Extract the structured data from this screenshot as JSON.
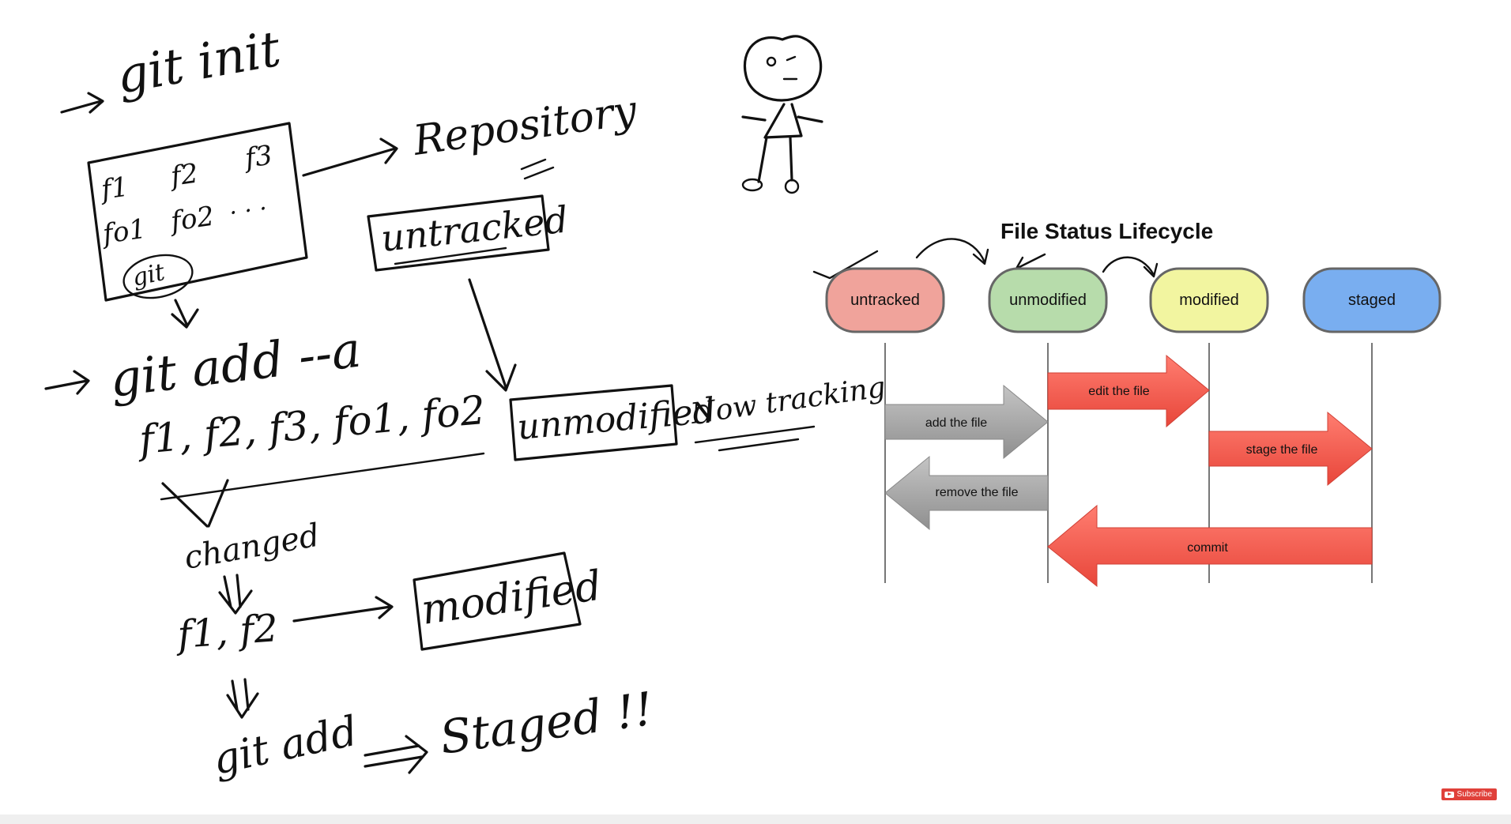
{
  "notes": {
    "git_init": "git init",
    "files_row1": [
      "f1",
      "f2",
      "f3"
    ],
    "files_row2": [
      "fo1",
      "fo2"
    ],
    "git_folder": "git",
    "repository": "Repository",
    "untracked": "untracked",
    "git_add_a": "git add --a",
    "file_list": "f1, f2, f3, fo1, fo2",
    "unmodified": "unmodified",
    "now_tracking": "Now tracking",
    "changed": "changed",
    "changed_files": "f1, f2",
    "modified": "modified",
    "git_add": "git add",
    "staged": "Staged !!"
  },
  "lifecycle": {
    "title": "File Status Lifecycle",
    "states": [
      {
        "label": "untracked",
        "color": "#f0a39b"
      },
      {
        "label": "unmodified",
        "color": "#b7dcab"
      },
      {
        "label": "modified",
        "color": "#f2f5a0"
      },
      {
        "label": "staged",
        "color": "#79aef0"
      }
    ],
    "transitions": [
      {
        "label": "add the file",
        "color": "#a7a7a7"
      },
      {
        "label": "edit the file",
        "color": "#f2564a"
      },
      {
        "label": "stage the file",
        "color": "#f2564a"
      },
      {
        "label": "remove the file",
        "color": "#a7a7a7"
      },
      {
        "label": "commit",
        "color": "#f2564a"
      }
    ]
  },
  "subscribe_label": "Subscribe"
}
